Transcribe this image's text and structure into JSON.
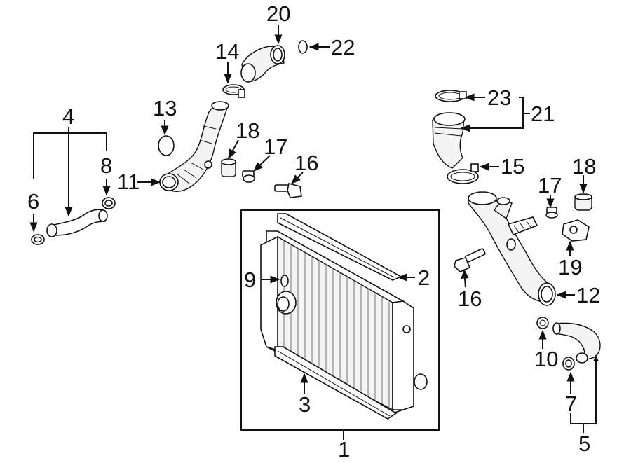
{
  "callouts": {
    "c1": "1",
    "c2": "2",
    "c3": "3",
    "c4": "4",
    "c5": "5",
    "c6": "6",
    "c7": "7",
    "c8": "8",
    "c9": "9",
    "c10": "10",
    "c11": "11",
    "c12": "12",
    "c13": "13",
    "c14": "14",
    "c15": "15",
    "c16a": "16",
    "c16b": "16",
    "c17a": "17",
    "c17b": "17",
    "c18a": "18",
    "c18b": "18",
    "c19": "19",
    "c20": "20",
    "c21": "21",
    "c22": "22",
    "c23": "23"
  }
}
